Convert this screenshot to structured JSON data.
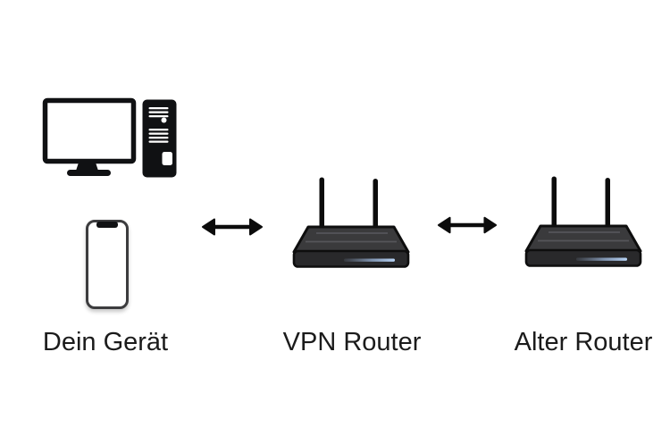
{
  "diagram": {
    "background_color": "#ffffff",
    "text_color": "#1b1b1b",
    "icon_color": "#101113",
    "router_colors": {
      "top_face": "#3a3a3c",
      "front_face": "#29292b",
      "outline": "#0e0e0e",
      "ridge_highlight": "#55555a",
      "led_strip": "#b7d3f5"
    },
    "nodes": [
      {
        "id": "device",
        "label": "Dein Gerät",
        "icons": [
          "desktop-computer-icon",
          "smartphone-icon"
        ]
      },
      {
        "id": "vpn-router",
        "label": "VPN Router",
        "icons": [
          "wifi-router-icon"
        ]
      },
      {
        "id": "old-router",
        "label": "Alter Router",
        "icons": [
          "wifi-router-icon"
        ]
      }
    ],
    "connections": [
      {
        "from": "device",
        "to": "vpn-router",
        "style": "double-headed-arrow"
      },
      {
        "from": "vpn-router",
        "to": "old-router",
        "style": "double-headed-arrow"
      }
    ]
  }
}
